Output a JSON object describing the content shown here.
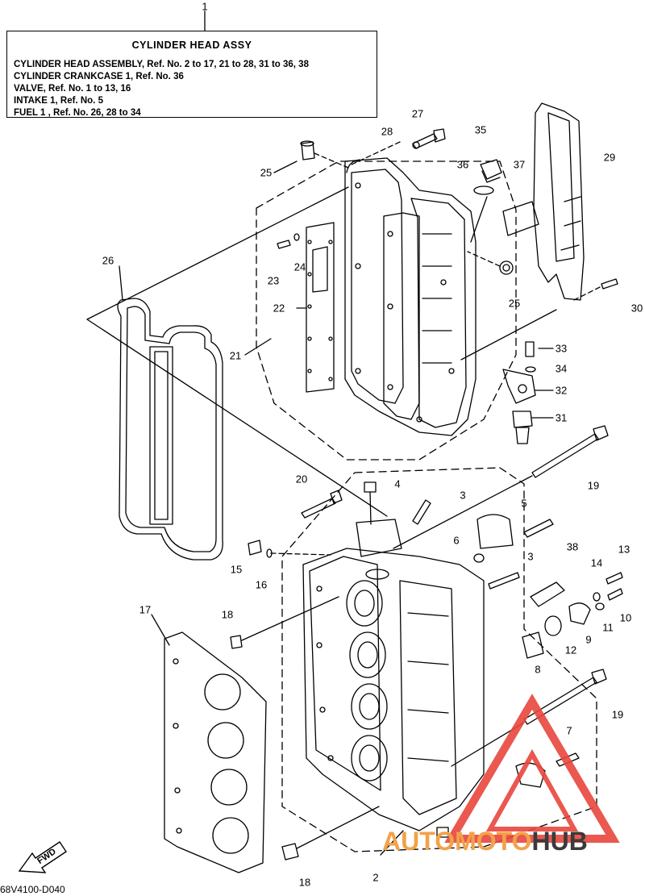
{
  "header_ref": "1",
  "legend": {
    "title": "CYLINDER HEAD ASSY",
    "lines": [
      "CYLINDER HEAD ASSEMBLY, Ref. No. 2 to 17, 21 to 28, 31 to 36, 38",
      "CYLINDER CRANKCASE 1, Ref. No. 36",
      "VALVE,  Ref. No. 1 to 13, 16",
      "INTAKE 1, Ref. No. 5",
      "FUEL 1 ,  Ref. No. 26, 28 to 34"
    ]
  },
  "callouts": {
    "p27": "27",
    "p28": "28",
    "p35": "35",
    "p36": "36",
    "p37": "37",
    "p29": "29",
    "p25a": "25",
    "p25b": "25",
    "p26": "26",
    "p24": "24",
    "p23": "23",
    "p22": "22",
    "p21": "21",
    "p30": "30",
    "p33": "33",
    "p34": "34",
    "p32": "32",
    "p31": "31",
    "p19a": "19",
    "p20": "20",
    "p4": "4",
    "p3a": "3",
    "p5": "5",
    "p6": "6",
    "p3b": "3",
    "p38": "38",
    "p15": "15",
    "p16": "16",
    "p17": "17",
    "p18a": "18",
    "p14": "14",
    "p13": "13",
    "p11": "11",
    "p10": "10",
    "p9": "9",
    "p12": "12",
    "p8": "8",
    "p19b": "19",
    "p7": "7",
    "p18b": "18",
    "p2": "2"
  },
  "fwd_label": "FWD",
  "drawing_code": "68V4100-D040",
  "watermark": {
    "part1": "AUTOMOTO",
    "part2": "HUB"
  },
  "colors": {
    "line": "#000000",
    "watermark_red": "#e8463c",
    "watermark_orange": "#f2a24a",
    "watermark_dark": "#3a3a3a"
  }
}
